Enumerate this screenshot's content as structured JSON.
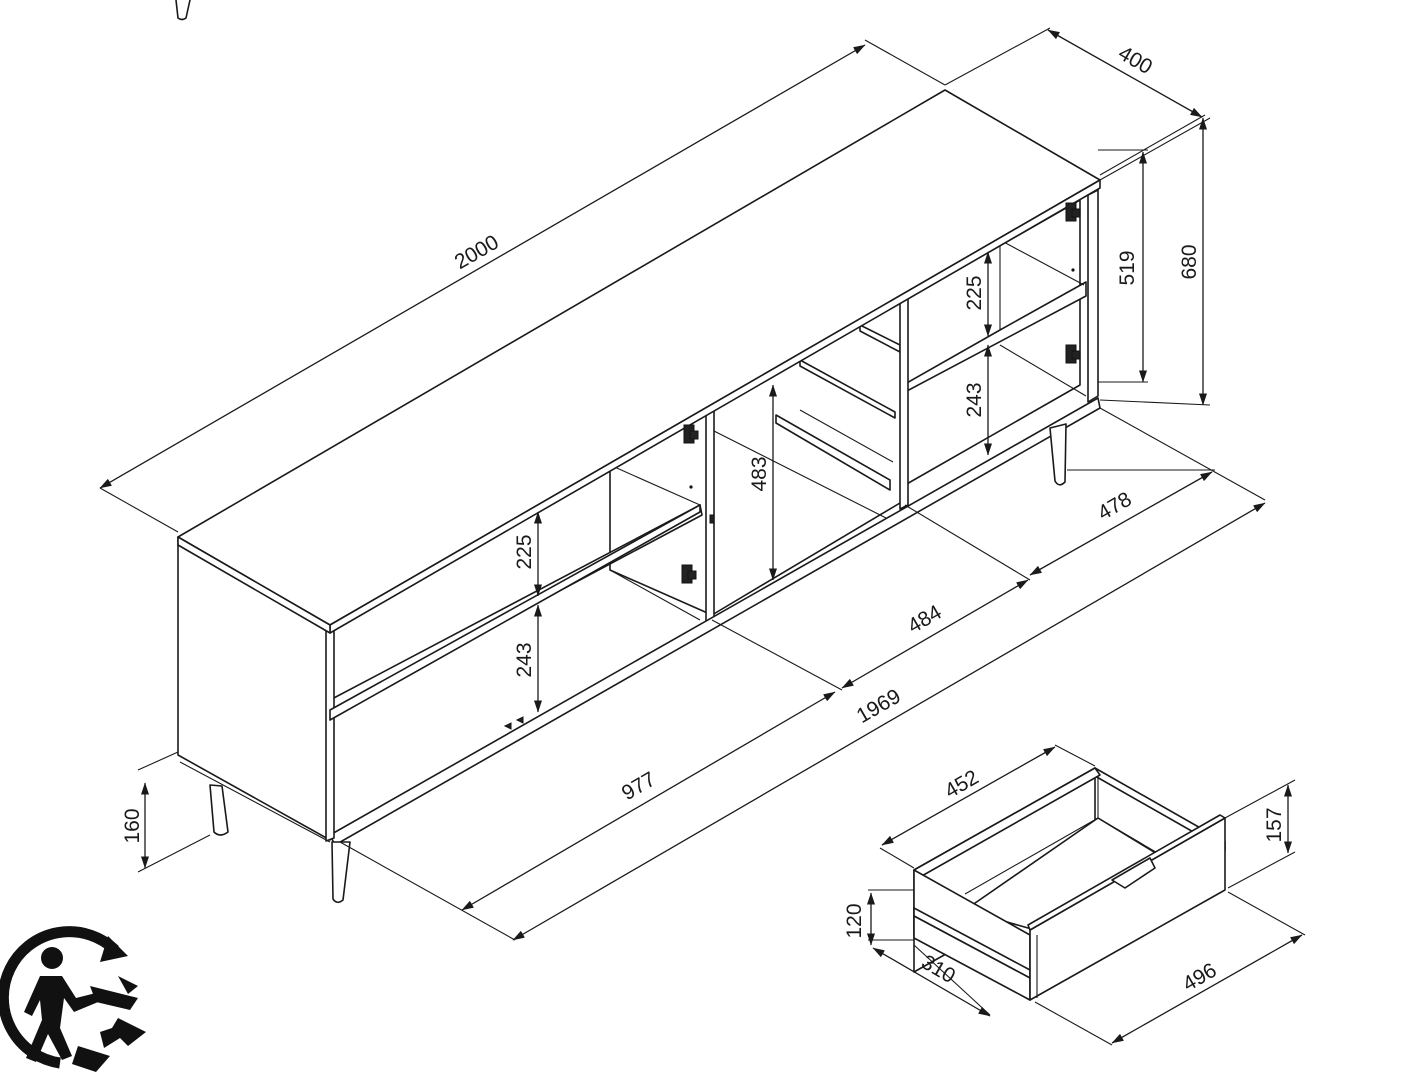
{
  "dimensions": {
    "total_width": "2000",
    "depth": "400",
    "height_total": "680",
    "height_body": "519",
    "shelf_upper_right": "225",
    "shelf_lower_right": "243",
    "shelf_upper_left": "225",
    "shelf_lower_left": "243",
    "center_compartment_height": "483",
    "right_section_width": "478",
    "center_section_width": "484",
    "inner_width": "1969",
    "left_section_width": "977",
    "leg_height": "160",
    "drawer_inner_length": "452",
    "drawer_front_height": "157",
    "drawer_box_height": "120",
    "drawer_box_depth": "310",
    "drawer_front_width": "496"
  },
  "icons": {
    "recycle": "recycling-disposal-icon"
  }
}
